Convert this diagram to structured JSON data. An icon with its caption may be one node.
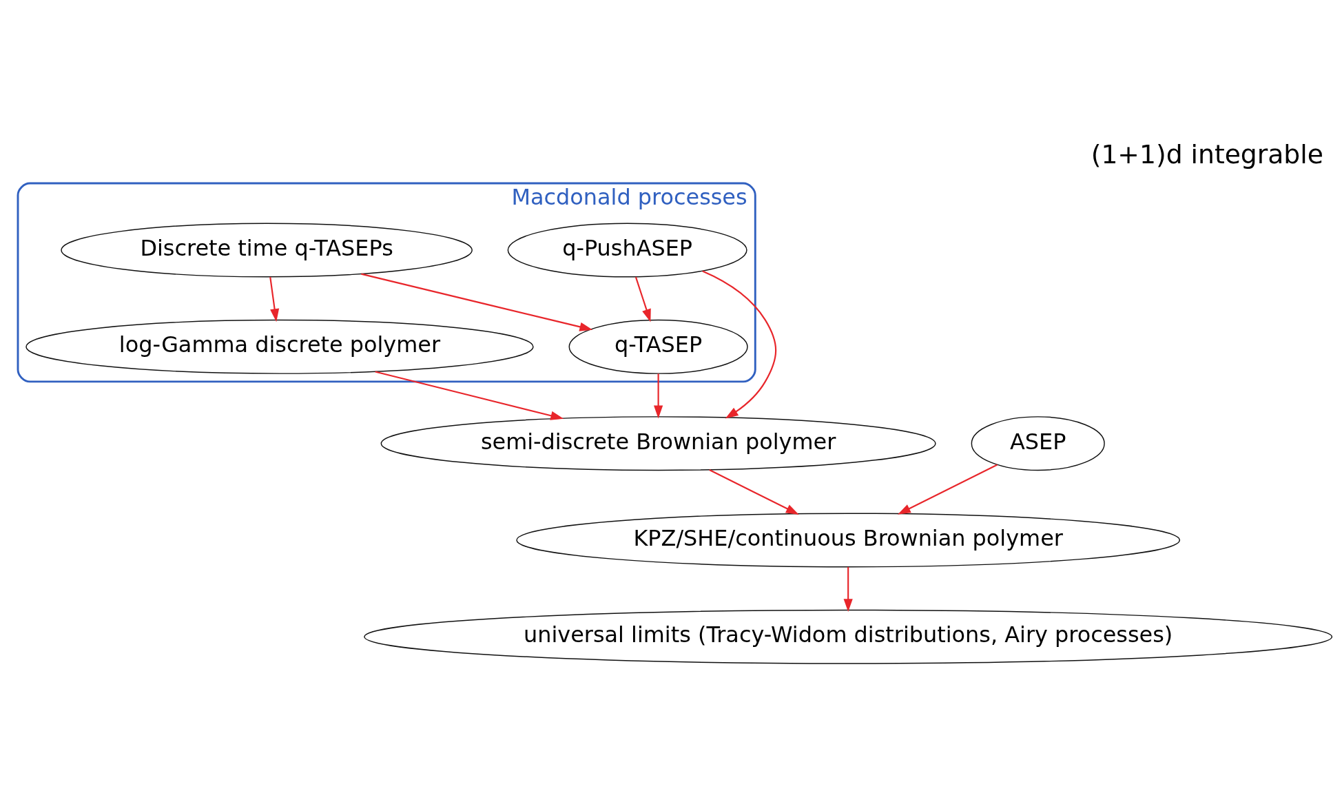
{
  "diagram": {
    "title": "(1+1)d integrable",
    "nodes": [
      {
        "text": [
          "Macdonald processes"
        ]
      },
      {
        "text": [
          "Discrete time q-TASEPs"
        ],
        "in": 0
      },
      {
        "text": [
          "q-TASEP"
        ],
        "in": 0
      },
      {
        "text": [
          "q-PushASEP"
        ],
        "in": 0
      },
      {
        "text": [
          "log-Gamma discrete polymer"
        ],
        "in": 0
      },
      {
        "text": [
          "ASEP"
        ]
      },
      {
        "text": [
          "semi-discrete Brownian polymer"
        ]
      },
      {
        "text": [
          "KPZ/SHE/continuous Brownian polymer"
        ]
      },
      {
        "text": [
          "universal limits (Tracy-Widom distributions, Airy processes)"
        ]
      }
    ],
    "edges": [
      {
        "from": 1,
        "to": 2,
        "arrow": "to"
      },
      {
        "from": 1,
        "to": 4,
        "arrow": "to"
      },
      {
        "from": 3,
        "to": 2,
        "arrow": "to"
      },
      {
        "from": 2,
        "to": 6,
        "arrow": "to"
      },
      {
        "from": 3,
        "to": 6,
        "arrow": "to"
      },
      {
        "from": 4,
        "to": 6,
        "arrow": "to"
      },
      {
        "from": 5,
        "to": 7,
        "arrow": "to"
      },
      {
        "from": 6,
        "to": 7,
        "arrow": "to"
      },
      {
        "from": 7,
        "to": 8,
        "arrow": "to"
      }
    ]
  }
}
